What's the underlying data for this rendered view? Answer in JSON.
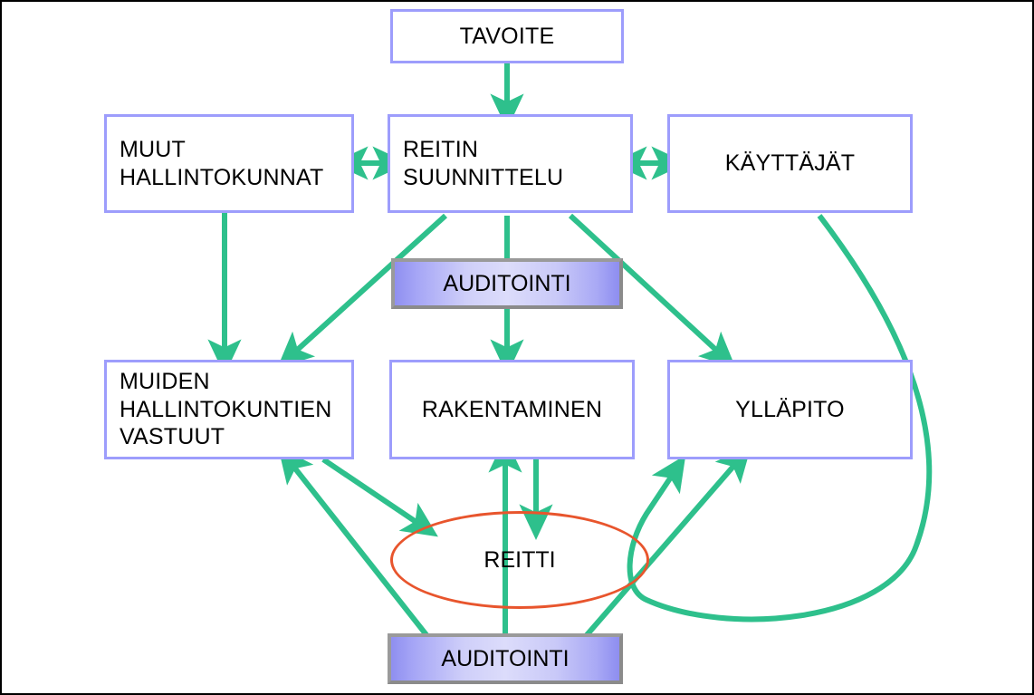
{
  "diagram": {
    "title": "Reitin suunnittelun prosessikaavio",
    "language": "fi",
    "colors": {
      "node_border": "#9d9dfc",
      "node_fill": "#ffffff",
      "arrow": "#2ec08c",
      "ellipse_border": "#e8552d",
      "audit_gradient_dark": "#8f8ff0",
      "audit_gradient_light": "#dcdcfb",
      "audit_frame": "#9a9a9a",
      "canvas_border": "#000000",
      "text": "#000000"
    },
    "nodes": [
      {
        "id": "tavoite",
        "label": "TAVOITE",
        "shape": "rect",
        "align": "center"
      },
      {
        "id": "muut",
        "label": "MUUT\nHALLINTOKUNNAT",
        "shape": "rect",
        "align": "left"
      },
      {
        "id": "reitin",
        "label": "REITIN\nSUUNNITTELU",
        "shape": "rect",
        "align": "left"
      },
      {
        "id": "kayttajat",
        "label": "KÄYTTÄJÄT",
        "shape": "rect",
        "align": "center"
      },
      {
        "id": "auditointi_top",
        "label": "AUDITOINTI",
        "shape": "gradient",
        "align": "center"
      },
      {
        "id": "muiden",
        "label": "MUIDEN\nHALLINTOKUNTIEN\nVASTUUT",
        "shape": "rect",
        "align": "left"
      },
      {
        "id": "rakentaminen",
        "label": "RAKENTAMINEN",
        "shape": "rect",
        "align": "center"
      },
      {
        "id": "yllapito",
        "label": "YLLÄPITO",
        "shape": "rect",
        "align": "center"
      },
      {
        "id": "reitti",
        "label": "REITTI",
        "shape": "ellipse",
        "align": "center"
      },
      {
        "id": "auditointi_bot",
        "label": "AUDITOINTI",
        "shape": "gradient",
        "align": "center"
      }
    ],
    "edges": [
      {
        "from": "tavoite",
        "to": "reitin",
        "kind": "straight",
        "heads": "end"
      },
      {
        "from": "muut",
        "to": "reitin",
        "kind": "straight",
        "heads": "both"
      },
      {
        "from": "reitin",
        "to": "kayttajat",
        "kind": "straight",
        "heads": "both"
      },
      {
        "from": "muut",
        "to": "muiden",
        "kind": "straight",
        "heads": "end"
      },
      {
        "from": "reitin",
        "to": "muiden",
        "kind": "straight",
        "heads": "end"
      },
      {
        "from": "reitin",
        "to": "rakentaminen",
        "kind": "straight",
        "heads": "end"
      },
      {
        "from": "reitin",
        "to": "yllapito",
        "kind": "straight",
        "heads": "end"
      },
      {
        "from": "muiden",
        "to": "reitti",
        "kind": "straight",
        "heads": "end"
      },
      {
        "from": "rakentaminen",
        "to": "reitti",
        "kind": "straight",
        "heads": "end"
      },
      {
        "from": "auditointi_bot",
        "to": "muiden",
        "kind": "straight",
        "heads": "end"
      },
      {
        "from": "auditointi_bot",
        "to": "rakentaminen",
        "kind": "straight",
        "heads": "end"
      },
      {
        "from": "auditointi_bot",
        "to": "yllapito",
        "kind": "straight",
        "heads": "end"
      },
      {
        "from": "kayttajat",
        "to": "yllapito",
        "kind": "curve",
        "heads": "end"
      }
    ]
  }
}
